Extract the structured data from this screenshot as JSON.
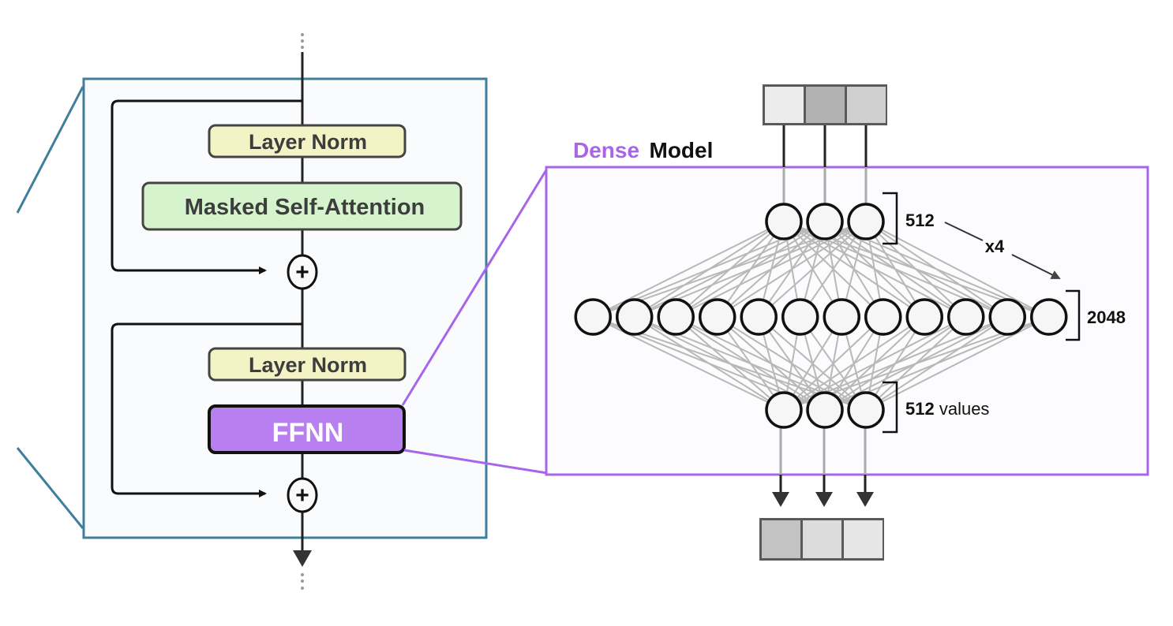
{
  "decoder_block": {
    "blocks": [
      {
        "label": "Layer Norm",
        "kind": "layer-norm"
      },
      {
        "label": "Masked Self-Attention",
        "kind": "attention"
      },
      {
        "label": "Layer Norm",
        "kind": "layer-norm"
      },
      {
        "label": "FFNN",
        "kind": "ffnn"
      }
    ],
    "add_symbol": "+",
    "colors": {
      "frame": "#3f7f9c",
      "layer_norm_fill": "#f4f3c6",
      "attention_fill": "#d5f3cc",
      "ffnn_fill": "#b77ff0"
    }
  },
  "dense_model": {
    "title_accent": "Dense",
    "title_rest": "Model",
    "accent_color": "#a965ea",
    "layers": [
      {
        "name": "input",
        "neurons_shown": 3,
        "label_bold": "512",
        "label_normal": ""
      },
      {
        "name": "hidden",
        "neurons_shown": 12,
        "label_bold": "2048",
        "label_normal": ""
      },
      {
        "name": "output",
        "neurons_shown": 3,
        "label_bold": "512",
        "label_normal": " values"
      }
    ],
    "expansion_label": "x4",
    "input_vector_shades": [
      "#ececec",
      "#b2b2b2",
      "#d0d0d0"
    ],
    "output_vector_shades": [
      "#c3c3c3",
      "#dcdcdc",
      "#e6e6e6"
    ]
  }
}
